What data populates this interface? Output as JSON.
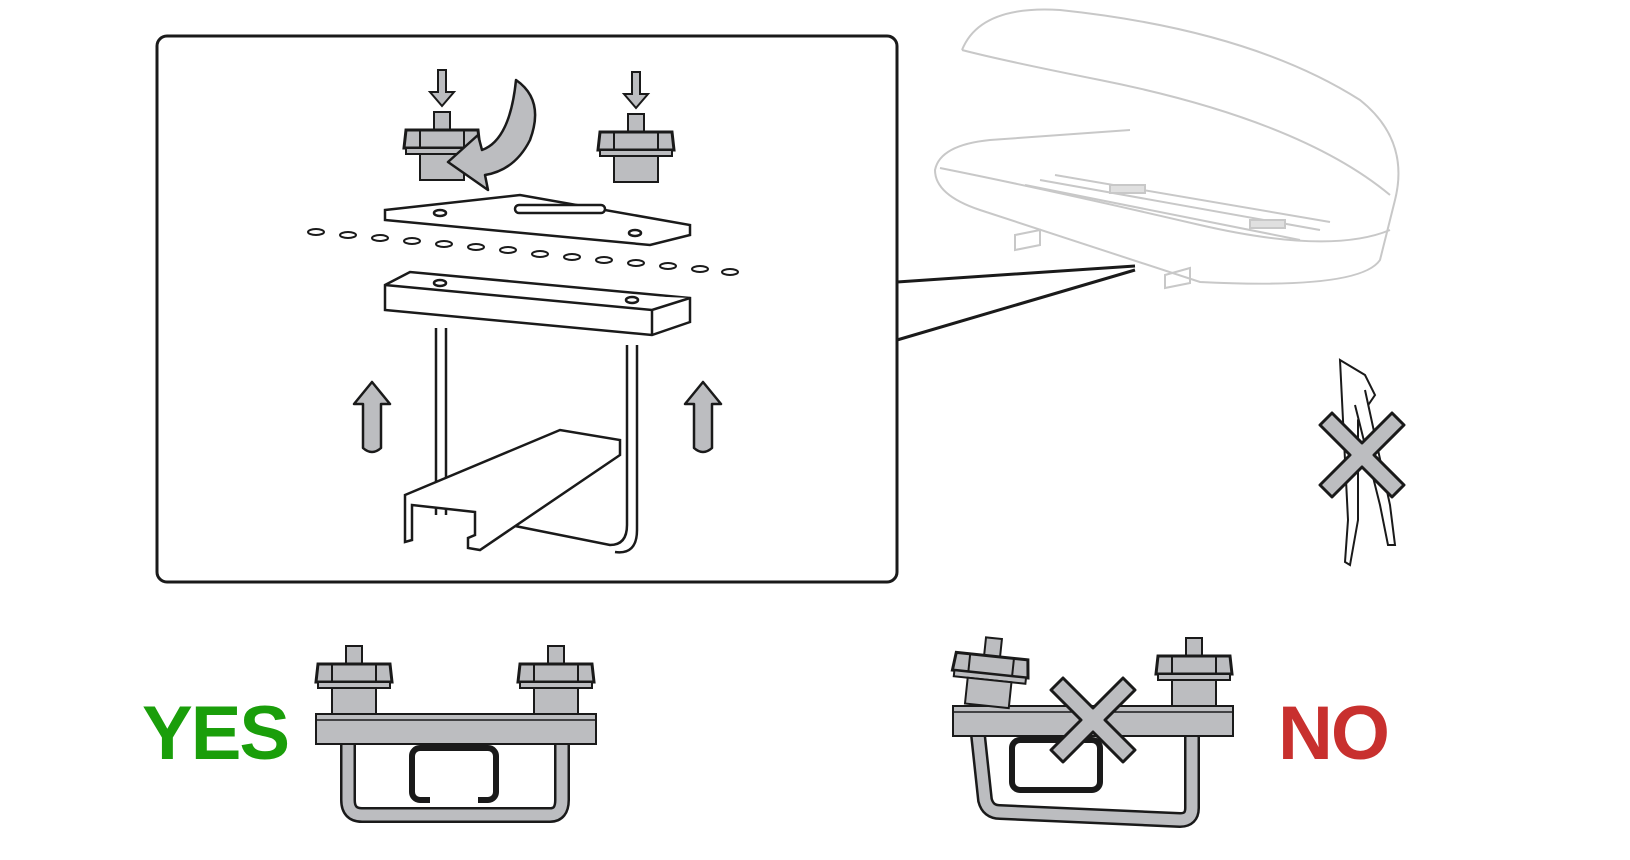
{
  "labels": {
    "yes": "YES",
    "no": "NO"
  },
  "colors": {
    "yes": "#1a9e0a",
    "no": "#c8302e",
    "part_fill": "#bcbdc0",
    "line": "#1a1a1a",
    "roofbox_line": "#c8c8c8"
  },
  "icons": [
    "push-down-arrow",
    "rotate-arrow",
    "push-up-arrow",
    "cross-mark",
    "pliers"
  ]
}
